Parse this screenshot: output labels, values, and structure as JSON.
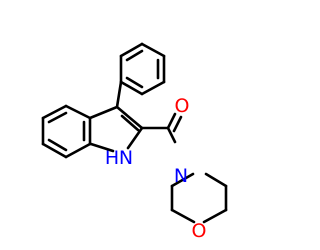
{
  "molecule": {
    "atoms": {
      "oxygen_carbonyl": {
        "label": "O"
      },
      "nitrogen_morpholine": {
        "label": "N"
      },
      "oxygen_morpholine": {
        "label": "O"
      },
      "nitrogen_indole": {
        "label": "N"
      },
      "hydrogen_indole": {
        "label": "H"
      }
    }
  },
  "colors": {
    "bond": "#000000",
    "oxygen": "#ff0000",
    "nitrogen": "#0000ff",
    "background": "#ffffff"
  }
}
